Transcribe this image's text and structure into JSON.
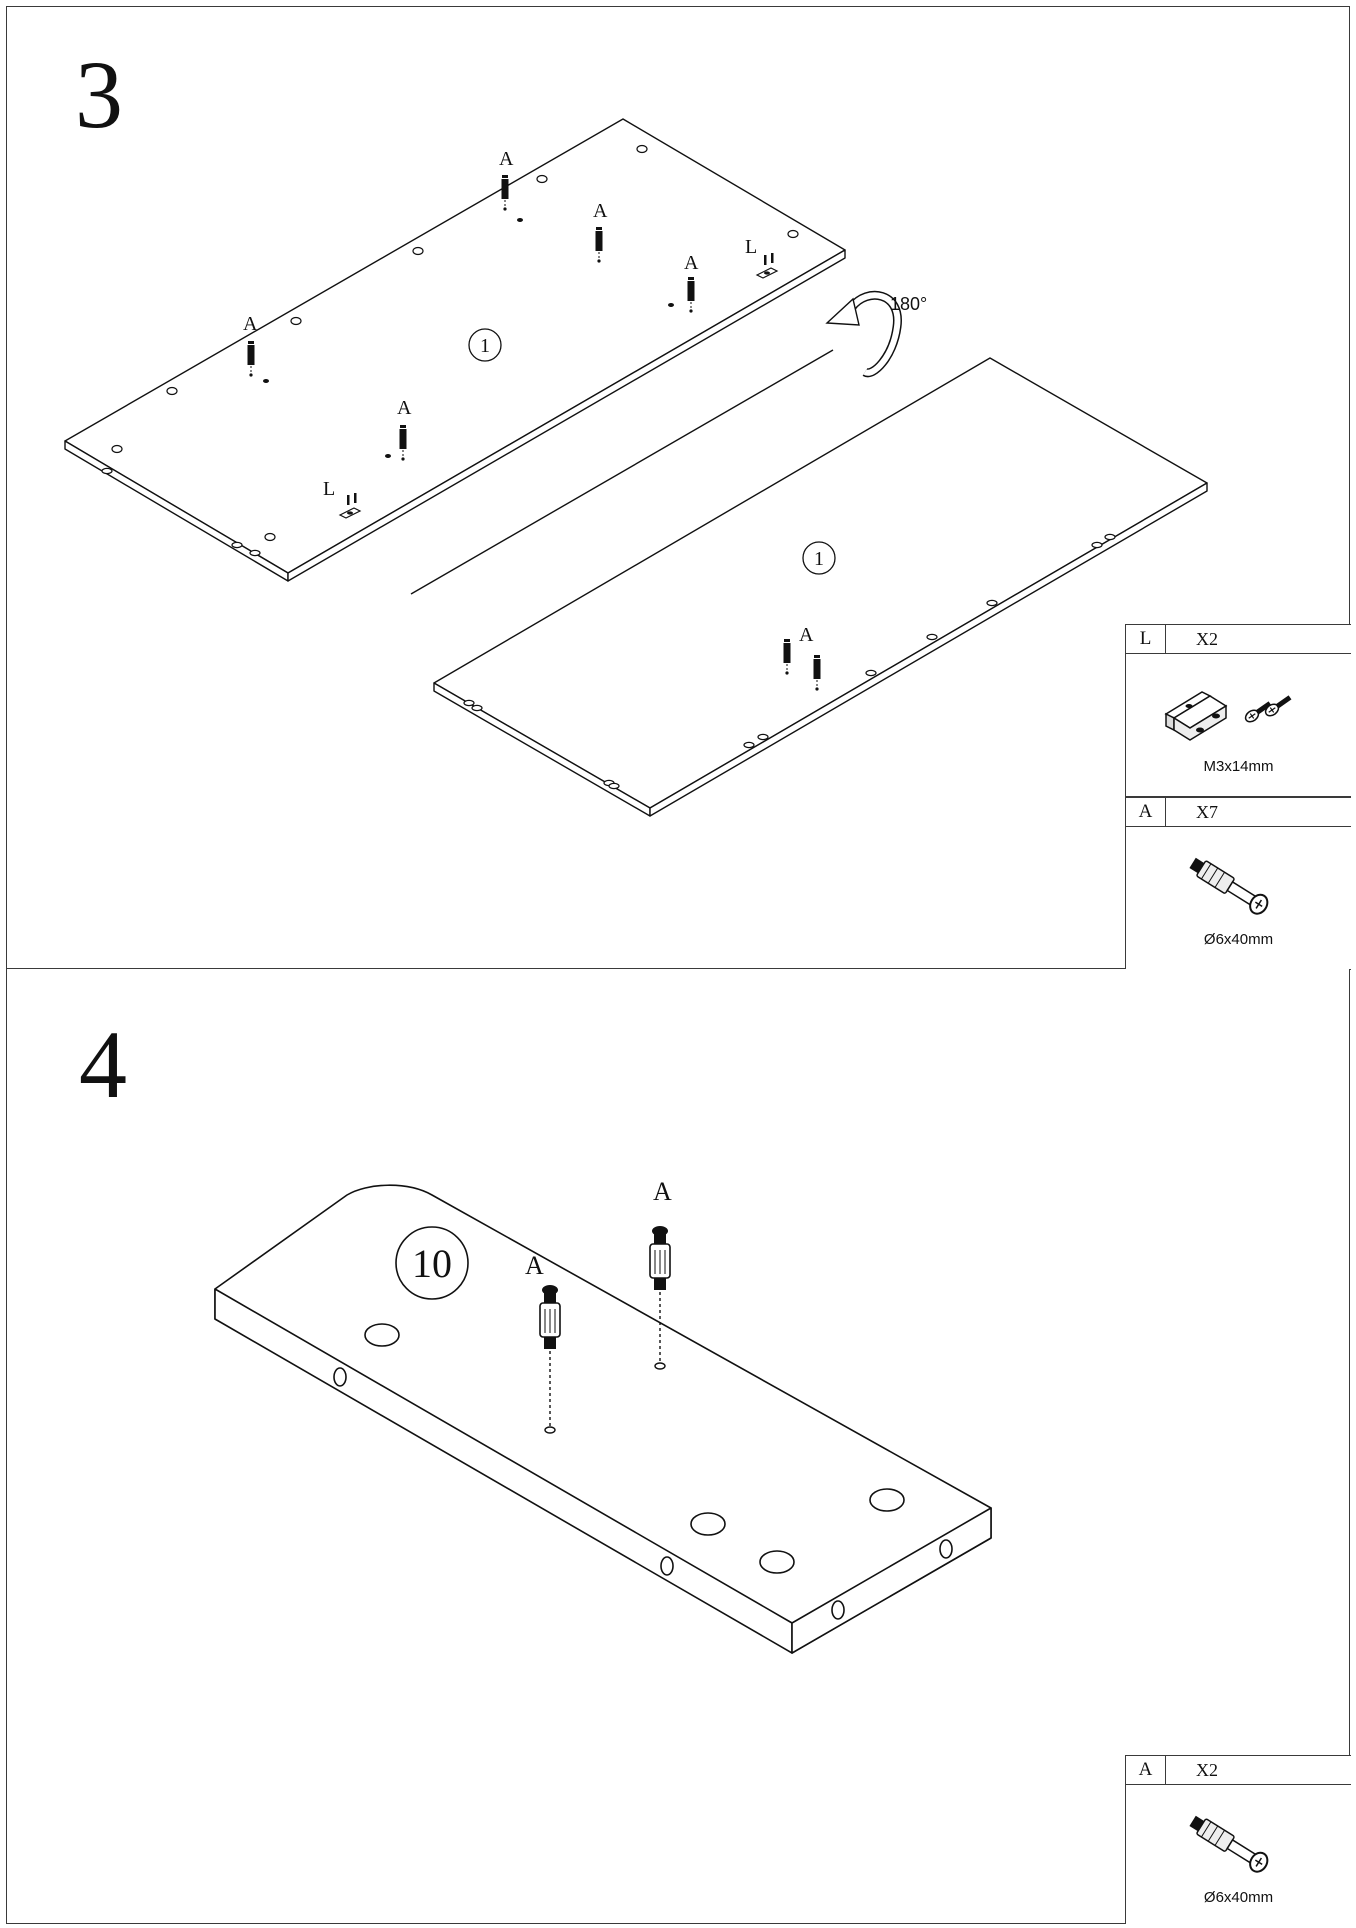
{
  "step3": {
    "number": "3",
    "rotation_label": "180°",
    "part_number": "1",
    "screw_label_A": "A",
    "bracket_label_L": "L",
    "hardware": [
      {
        "letter": "L",
        "qty": "X2",
        "size": "M3x14mm",
        "icon": "bracket-with-screws-icon"
      },
      {
        "letter": "A",
        "qty": "X7",
        "size": "Ø6x40mm",
        "icon": "cam-dowel-icon"
      }
    ]
  },
  "step4": {
    "number": "4",
    "part_number": "10",
    "screw_label_A": "A",
    "hardware": [
      {
        "letter": "A",
        "qty": "X2",
        "size": "Ø6x40mm",
        "icon": "cam-dowel-icon"
      }
    ]
  }
}
